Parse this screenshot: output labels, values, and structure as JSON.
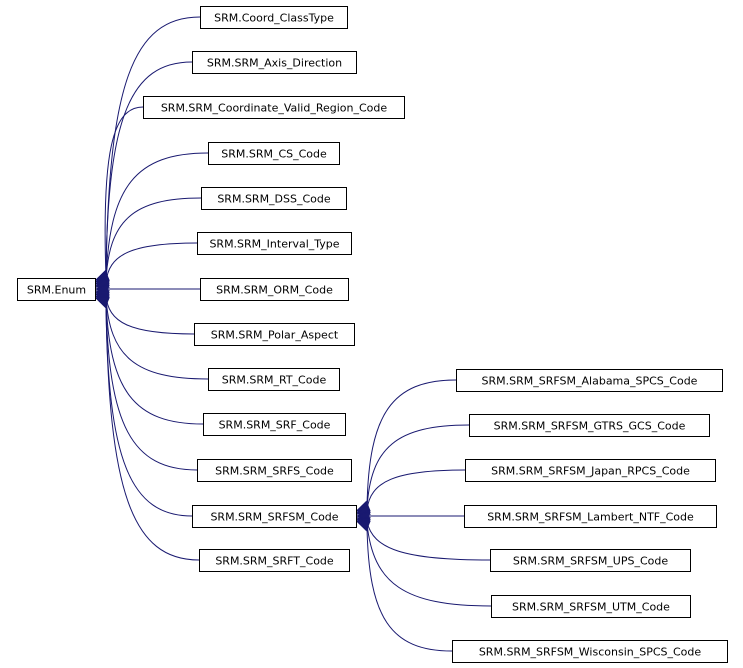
{
  "colors": {
    "edge": "#191970",
    "node_border": "#000000",
    "background": "#ffffff"
  },
  "nodes": [
    {
      "id": "enum",
      "label": "SRM.Enum"
    },
    {
      "id": "coord_classtype",
      "label": "SRM.Coord_ClassType"
    },
    {
      "id": "axis_direction",
      "label": "SRM.SRM_Axis_Direction"
    },
    {
      "id": "coordinate_valid_region_code",
      "label": "SRM.SRM_Coordinate_Valid_Region_Code"
    },
    {
      "id": "cs_code",
      "label": "SRM.SRM_CS_Code"
    },
    {
      "id": "dss_code",
      "label": "SRM.SRM_DSS_Code"
    },
    {
      "id": "interval_type",
      "label": "SRM.SRM_Interval_Type"
    },
    {
      "id": "orm_code",
      "label": "SRM.SRM_ORM_Code"
    },
    {
      "id": "polar_aspect",
      "label": "SRM.SRM_Polar_Aspect"
    },
    {
      "id": "rt_code",
      "label": "SRM.SRM_RT_Code"
    },
    {
      "id": "srf_code",
      "label": "SRM.SRM_SRF_Code"
    },
    {
      "id": "srfs_code",
      "label": "SRM.SRM_SRFS_Code"
    },
    {
      "id": "srfsm_code",
      "label": "SRM.SRM_SRFSM_Code"
    },
    {
      "id": "srft_code",
      "label": "SRM.SRM_SRFT_Code"
    },
    {
      "id": "srfsm_alabama",
      "label": "SRM.SRM_SRFSM_Alabama_SPCS_Code"
    },
    {
      "id": "srfsm_gtrs",
      "label": "SRM.SRM_SRFSM_GTRS_GCS_Code"
    },
    {
      "id": "srfsm_japan",
      "label": "SRM.SRM_SRFSM_Japan_RPCS_Code"
    },
    {
      "id": "srfsm_lambert",
      "label": "SRM.SRM_SRFSM_Lambert_NTF_Code"
    },
    {
      "id": "srfsm_ups",
      "label": "SRM.SRM_SRFSM_UPS_Code"
    },
    {
      "id": "srfsm_utm",
      "label": "SRM.SRM_SRFSM_UTM_Code"
    },
    {
      "id": "srfsm_wisconsin",
      "label": "SRM.SRM_SRFSM_Wisconsin_SPCS_Code"
    }
  ],
  "edges": [
    {
      "from": "coord_classtype",
      "to": "enum"
    },
    {
      "from": "axis_direction",
      "to": "enum"
    },
    {
      "from": "coordinate_valid_region_code",
      "to": "enum"
    },
    {
      "from": "cs_code",
      "to": "enum"
    },
    {
      "from": "dss_code",
      "to": "enum"
    },
    {
      "from": "interval_type",
      "to": "enum"
    },
    {
      "from": "orm_code",
      "to": "enum"
    },
    {
      "from": "polar_aspect",
      "to": "enum"
    },
    {
      "from": "rt_code",
      "to": "enum"
    },
    {
      "from": "srf_code",
      "to": "enum"
    },
    {
      "from": "srfs_code",
      "to": "enum"
    },
    {
      "from": "srfsm_code",
      "to": "enum"
    },
    {
      "from": "srft_code",
      "to": "enum"
    },
    {
      "from": "srfsm_alabama",
      "to": "srfsm_code"
    },
    {
      "from": "srfsm_gtrs",
      "to": "srfsm_code"
    },
    {
      "from": "srfsm_japan",
      "to": "srfsm_code"
    },
    {
      "from": "srfsm_lambert",
      "to": "srfsm_code"
    },
    {
      "from": "srfsm_ups",
      "to": "srfsm_code"
    },
    {
      "from": "srfsm_utm",
      "to": "srfsm_code"
    },
    {
      "from": "srfsm_wisconsin",
      "to": "srfsm_code"
    }
  ]
}
